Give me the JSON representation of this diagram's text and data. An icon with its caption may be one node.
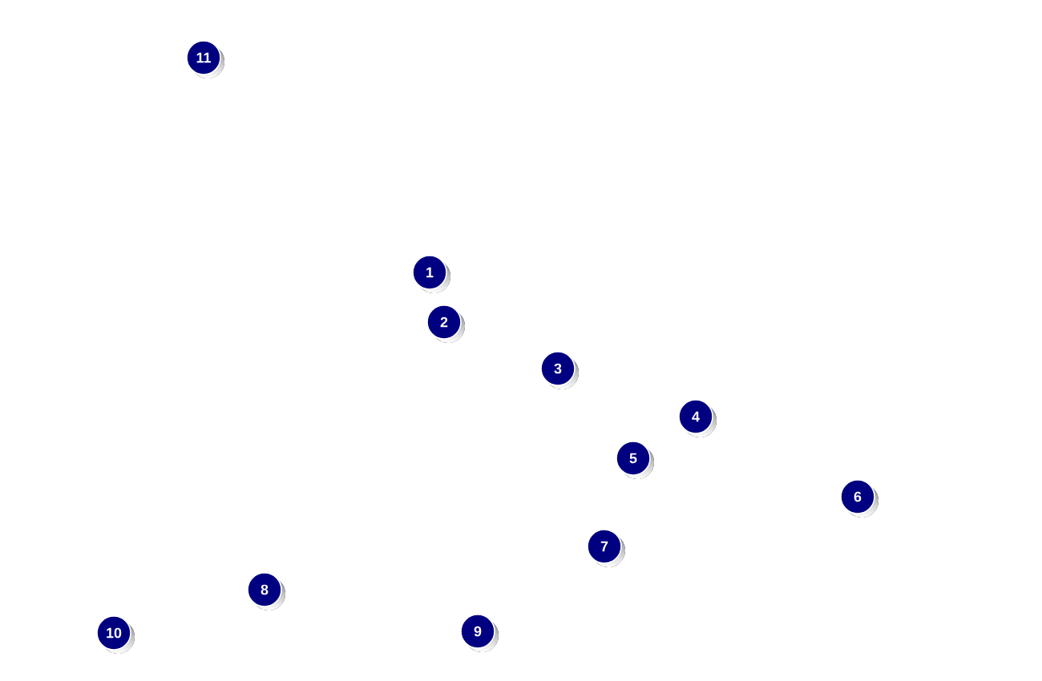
{
  "diagram": {
    "nodes": [
      {
        "text": [
          "11"
        ]
      },
      {
        "text": [
          "1"
        ]
      },
      {
        "text": [
          "2"
        ]
      },
      {
        "text": [
          "3"
        ]
      },
      {
        "text": [
          "4"
        ]
      },
      {
        "text": [
          "5"
        ]
      },
      {
        "text": [
          "6"
        ]
      },
      {
        "text": [
          "7"
        ]
      },
      {
        "text": [
          "8"
        ]
      },
      {
        "text": [
          "10"
        ]
      },
      {
        "text": [
          "9"
        ]
      }
    ]
  }
}
